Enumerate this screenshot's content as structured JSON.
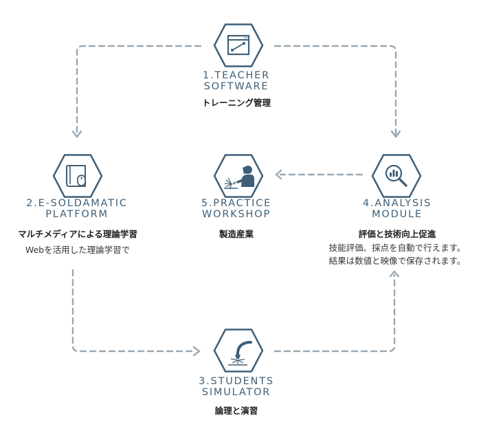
{
  "colors": {
    "accent": "#3e5f78",
    "connector": "#9aa8b2",
    "text": "#1e1e1e"
  },
  "nodes": [
    {
      "id": "teacher-software",
      "icon": "browser-graph-icon",
      "title": "1.TEACHER\n  SOFTWARE",
      "subtitle": "トレーニング管理",
      "description": ""
    },
    {
      "id": "e-soldamatic-platform",
      "icon": "book-mouse-icon",
      "title": "2.E-SOLDAMATIC\n  PLATFORM",
      "subtitle": "マルチメディアによる理論学習",
      "description": "Webを活用した理論学習で"
    },
    {
      "id": "students-simulator",
      "icon": "welding-torch-icon",
      "title": "3.STUDENTS\n  SIMULATOR",
      "subtitle": "論理と演習",
      "description": ""
    },
    {
      "id": "analysis-module",
      "icon": "magnifier-chart-icon",
      "title": "4.ANALYSIS\n  MODULE",
      "subtitle": "評価と技術向上促進",
      "description": "技能評価、採点を自動で行えます。\n結果は数値と映像で保存されます。"
    },
    {
      "id": "practice-workshop",
      "icon": "welder-icon",
      "title": "5.PRACTICE\n  WORKSHOP",
      "subtitle": "製造産業",
      "description": ""
    }
  ]
}
